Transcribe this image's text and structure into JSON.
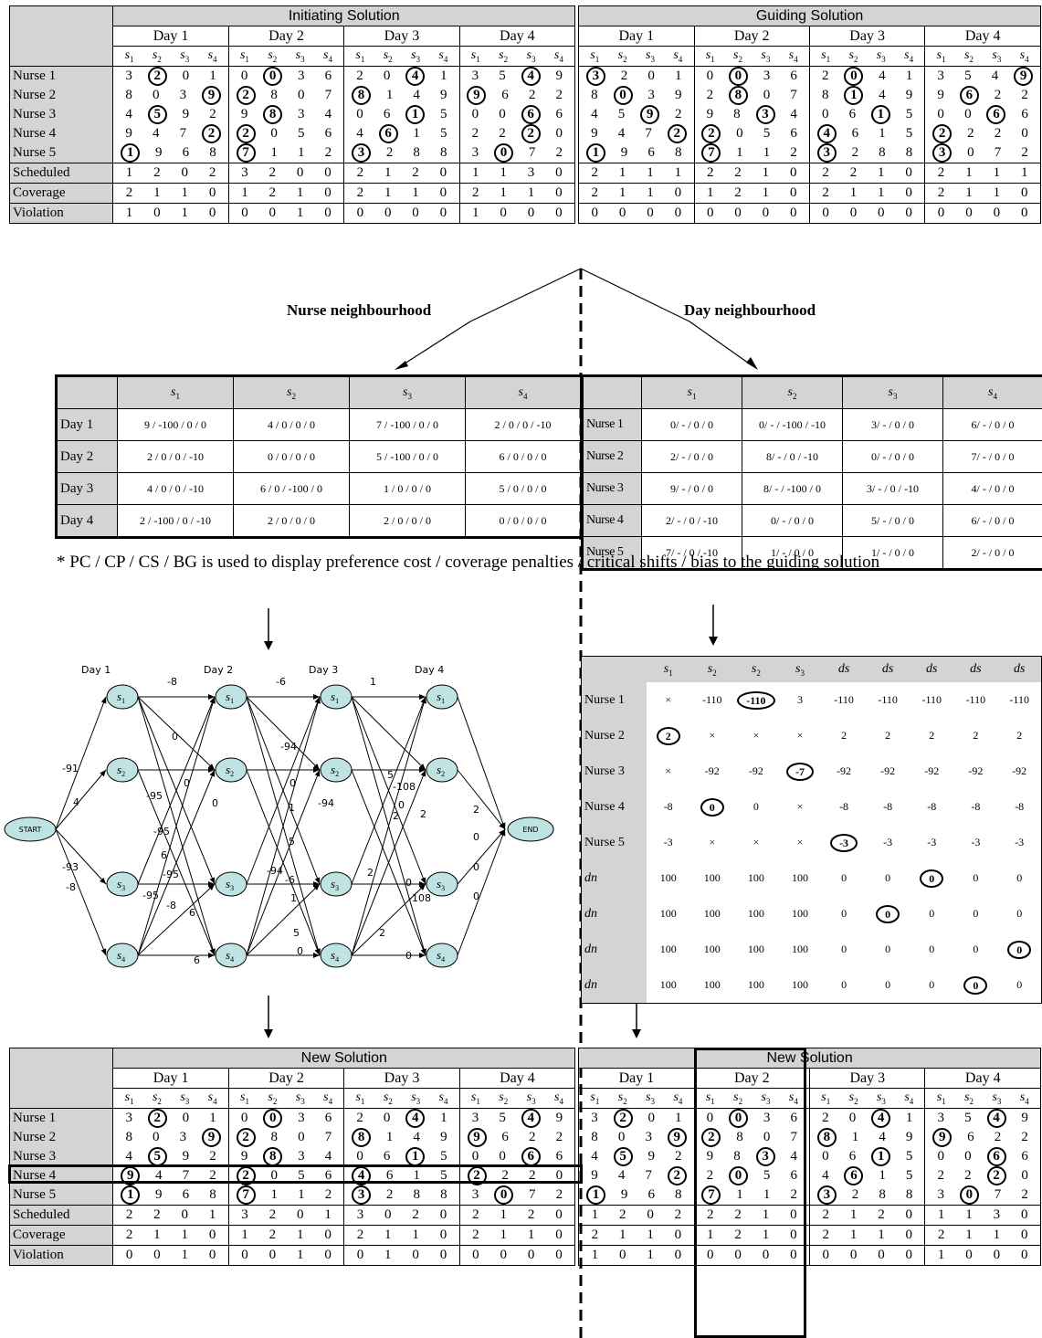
{
  "top": {
    "left_title": "Initiating Solution",
    "right_title": "Guiding Solution",
    "days": [
      "Day 1",
      "Day 2",
      "Day 3",
      "Day 4"
    ],
    "shift_labels": [
      "s1",
      "s2",
      "s3",
      "s4"
    ],
    "row_labels": [
      "Nurse 1",
      "Nurse 2",
      "Nurse 3",
      "Nurse 4",
      "Nurse 5",
      "Scheduled",
      "Coverage",
      "Violation"
    ],
    "left_rows": [
      [
        "3",
        "(2)",
        "0",
        "1",
        "0",
        "(0)",
        "3",
        "6",
        "2",
        "0",
        "(4)",
        "1",
        "3",
        "5",
        "(4)",
        "9"
      ],
      [
        "8",
        "0",
        "3",
        "(9)",
        "(2)",
        "8",
        "0",
        "7",
        "(8)",
        "1",
        "4",
        "9",
        "(9)",
        "6",
        "2",
        "2"
      ],
      [
        "4",
        "(5)",
        "9",
        "2",
        "9",
        "(8)",
        "3",
        "4",
        "0",
        "6",
        "(1)",
        "5",
        "0",
        "0",
        "(6)",
        "6"
      ],
      [
        "9",
        "4",
        "7",
        "(2)",
        "(2)",
        "0",
        "5",
        "6",
        "4",
        "(6)",
        "1",
        "5",
        "2",
        "2",
        "(2)",
        "0"
      ],
      [
        "(1)",
        "9",
        "6",
        "8",
        "(7)",
        "1",
        "1",
        "2",
        "(3)",
        "2",
        "8",
        "8",
        "3",
        "(0)",
        "7",
        "2"
      ],
      [
        "1",
        "2",
        "0",
        "2",
        "3",
        "2",
        "0",
        "0",
        "2",
        "1",
        "2",
        "0",
        "1",
        "1",
        "3",
        "0"
      ],
      [
        "2",
        "1",
        "1",
        "0",
        "1",
        "2",
        "1",
        "0",
        "2",
        "1",
        "1",
        "0",
        "2",
        "1",
        "1",
        "0"
      ],
      [
        "1",
        "0",
        "1",
        "0",
        "0",
        "0",
        "1",
        "0",
        "0",
        "0",
        "0",
        "0",
        "1",
        "0",
        "0",
        "0"
      ]
    ],
    "right_rows": [
      [
        "(3)",
        "2",
        "0",
        "1",
        "0",
        "(0)",
        "3",
        "6",
        "2",
        "(0)",
        "4",
        "1",
        "3",
        "5",
        "4",
        "(9)"
      ],
      [
        "8",
        "(0)",
        "3",
        "9",
        "2",
        "(8)",
        "0",
        "7",
        "8",
        "(1)",
        "4",
        "9",
        "9",
        "(6)",
        "2",
        "2"
      ],
      [
        "4",
        "5",
        "(9)",
        "2",
        "9",
        "8",
        "(3)",
        "4",
        "0",
        "6",
        "(1)",
        "5",
        "0",
        "0",
        "(6)",
        "6"
      ],
      [
        "9",
        "4",
        "7",
        "(2)",
        "(2)",
        "0",
        "5",
        "6",
        "(4)",
        "6",
        "1",
        "5",
        "(2)",
        "2",
        "2",
        "0"
      ],
      [
        "(1)",
        "9",
        "6",
        "8",
        "(7)",
        "1",
        "1",
        "2",
        "(3)",
        "2",
        "8",
        "8",
        "(3)",
        "0",
        "7",
        "2"
      ],
      [
        "2",
        "1",
        "1",
        "1",
        "2",
        "2",
        "1",
        "0",
        "2",
        "2",
        "1",
        "0",
        "2",
        "1",
        "1",
        "1"
      ],
      [
        "2",
        "1",
        "1",
        "0",
        "1",
        "2",
        "1",
        "0",
        "2",
        "1",
        "1",
        "0",
        "2",
        "1",
        "1",
        "0"
      ],
      [
        "0",
        "0",
        "0",
        "0",
        "0",
        "0",
        "0",
        "0",
        "0",
        "0",
        "0",
        "0",
        "0",
        "0",
        "0",
        "0"
      ]
    ]
  },
  "labels": {
    "nurse_nb": "Nurse neighbourhood",
    "day_nb": "Day neighbourhood",
    "note": "* PC / CP / CS / BG is used to display preference cost / coverage penalties / critical shifts / bias to the guiding solution"
  },
  "nurse_nb_table": {
    "cols": [
      "s1",
      "s2",
      "s3",
      "s4"
    ],
    "rows": [
      {
        "label": "Day 1",
        "cells": [
          "9 / -100 / 0 / 0",
          "4 / 0 / 0 / 0",
          "7 / -100 / 0 / 0",
          "2 / 0 / 0 / -10"
        ]
      },
      {
        "label": "Day 2",
        "cells": [
          "2 / 0 / 0 / -10",
          "0 / 0 / 0 / 0",
          "5 / -100 / 0 / 0",
          "6 / 0 / 0 / 0"
        ]
      },
      {
        "label": "Day 3",
        "cells": [
          "4 / 0 / 0 / -10",
          "6 / 0 / -100 / 0",
          "1 / 0 / 0 / 0",
          "5 / 0 / 0 / 0"
        ]
      },
      {
        "label": "Day 4",
        "cells": [
          "2 / -100 / 0 / -10",
          "2 / 0 / 0 / 0",
          "2 / 0 / 0 / 0",
          "0 / 0 / 0 / 0"
        ]
      }
    ]
  },
  "day_nb_table": {
    "cols": [
      "s1",
      "s2",
      "s3",
      "s4"
    ],
    "rows": [
      {
        "label": "Nurse 1",
        "cells": [
          "0/ - / 0 / 0",
          "0/ - / -100 / -10",
          "3/ - / 0 / 0",
          "6/ - / 0 / 0"
        ]
      },
      {
        "label": "Nurse 2",
        "cells": [
          "2/ - / 0 / 0",
          "8/ - / 0 / -10",
          "0/ - / 0 / 0",
          "7/ - / 0 / 0"
        ]
      },
      {
        "label": "Nurse 3",
        "cells": [
          "9/ - / 0 / 0",
          "8/ - / -100 / 0",
          "3/ - / 0 / -10",
          "4/ - / 0 / 0"
        ]
      },
      {
        "label": "Nurse 4",
        "cells": [
          "2/ - / 0 / -10",
          "0/ - / 0 / 0",
          "5/ - / 0 / 0",
          "6/ - / 0 / 0"
        ]
      },
      {
        "label": "Nurse 5",
        "cells": [
          "7/ - / 0 / -10",
          "1/ - / 0 / 0",
          "1/ - / 0 / 0",
          "2/ - / 0 / 0"
        ]
      }
    ]
  },
  "matrix": {
    "cols": [
      "s1",
      "s2",
      "s2",
      "s3",
      "ds",
      "ds",
      "ds",
      "ds",
      "ds"
    ],
    "rows": [
      {
        "label": "Nurse 1",
        "cells": [
          "×",
          "-110",
          "(-110)",
          "3",
          "-110",
          "-110",
          "-110",
          "-110",
          "-110"
        ]
      },
      {
        "label": "Nurse 2",
        "cells": [
          "(2)",
          "×",
          "×",
          "×",
          "2",
          "2",
          "2",
          "2",
          "2"
        ]
      },
      {
        "label": "Nurse 3",
        "cells": [
          "×",
          "-92",
          "-92",
          "(-7)",
          "-92",
          "-92",
          "-92",
          "-92",
          "-92"
        ]
      },
      {
        "label": "Nurse 4",
        "cells": [
          "-8",
          "(0)",
          "0",
          "×",
          "-8",
          "-8",
          "-8",
          "-8",
          "-8"
        ]
      },
      {
        "label": "Nurse 5",
        "cells": [
          "-3",
          "×",
          "×",
          "×",
          "(-3)",
          "-3",
          "-3",
          "-3",
          "-3"
        ]
      },
      {
        "label": "dn",
        "cells": [
          "100",
          "100",
          "100",
          "100",
          "0",
          "0",
          "(0)",
          "0",
          "0"
        ]
      },
      {
        "label": "dn",
        "cells": [
          "100",
          "100",
          "100",
          "100",
          "0",
          "(0)",
          "0",
          "0",
          "0"
        ]
      },
      {
        "label": "dn",
        "cells": [
          "100",
          "100",
          "100",
          "100",
          "0",
          "0",
          "0",
          "0",
          "(0)"
        ]
      },
      {
        "label": "dn",
        "cells": [
          "100",
          "100",
          "100",
          "100",
          "0",
          "0",
          "0",
          "(0)",
          "0"
        ]
      }
    ]
  },
  "graph": {
    "days": [
      "Day 1",
      "Day 2",
      "Day 3",
      "Day 4"
    ],
    "start": "START",
    "end": "END",
    "node_label": "s",
    "edge_labels": [
      "-91",
      "4",
      "-93",
      "-8",
      "-8",
      "0",
      "0",
      "-95",
      "-95",
      "6",
      "-8",
      "-95",
      "6",
      "-95",
      "6",
      "0",
      "-6",
      "-94",
      "0",
      "-94",
      "1",
      "5",
      "-6",
      "1",
      "5",
      "-94",
      "1",
      "5",
      "-108",
      "2",
      "2",
      "2",
      "0",
      "-108",
      "2",
      "0",
      "2",
      "0",
      "0",
      "0",
      "0",
      "0"
    ]
  },
  "bottom": {
    "left_title": "New Solution",
    "right_title": "New Solution",
    "left_rows": [
      [
        "3",
        "(2)",
        "0",
        "1",
        "0",
        "(0)",
        "3",
        "6",
        "2",
        "0",
        "(4)",
        "1",
        "3",
        "5",
        "(4)",
        "9"
      ],
      [
        "8",
        "0",
        "3",
        "(9)",
        "(2)",
        "8",
        "0",
        "7",
        "(8)",
        "1",
        "4",
        "9",
        "(9)",
        "6",
        "2",
        "2"
      ],
      [
        "4",
        "(5)",
        "9",
        "2",
        "9",
        "(8)",
        "3",
        "4",
        "0",
        "6",
        "(1)",
        "5",
        "0",
        "0",
        "(6)",
        "6"
      ],
      [
        "(9)",
        "4",
        "7",
        "2",
        "(2)",
        "0",
        "5",
        "6",
        "(4)",
        "6",
        "1",
        "5",
        "(2)",
        "2",
        "2",
        "0"
      ],
      [
        "(1)",
        "9",
        "6",
        "8",
        "(7)",
        "1",
        "1",
        "2",
        "(3)",
        "2",
        "8",
        "8",
        "3",
        "(0)",
        "7",
        "2"
      ],
      [
        "2",
        "2",
        "0",
        "1",
        "3",
        "2",
        "0",
        "1",
        "3",
        "0",
        "2",
        "0",
        "2",
        "1",
        "2",
        "0"
      ],
      [
        "2",
        "1",
        "1",
        "0",
        "1",
        "2",
        "1",
        "0",
        "2",
        "1",
        "1",
        "0",
        "2",
        "1",
        "1",
        "0"
      ],
      [
        "0",
        "0",
        "1",
        "0",
        "0",
        "0",
        "1",
        "0",
        "0",
        "1",
        "0",
        "0",
        "0",
        "0",
        "0",
        "0"
      ]
    ],
    "right_rows": [
      [
        "3",
        "(2)",
        "0",
        "1",
        "0",
        "(0)",
        "3",
        "6",
        "2",
        "0",
        "(4)",
        "1",
        "3",
        "5",
        "(4)",
        "9"
      ],
      [
        "8",
        "0",
        "3",
        "(9)",
        "(2)",
        "8",
        "0",
        "7",
        "(8)",
        "1",
        "4",
        "9",
        "(9)",
        "6",
        "2",
        "2"
      ],
      [
        "4",
        "(5)",
        "9",
        "2",
        "9",
        "8",
        "(3)",
        "4",
        "0",
        "6",
        "(1)",
        "5",
        "0",
        "0",
        "(6)",
        "6"
      ],
      [
        "9",
        "4",
        "7",
        "(2)",
        "2",
        "(0)",
        "5",
        "6",
        "4",
        "(6)",
        "1",
        "5",
        "2",
        "2",
        "(2)",
        "0"
      ],
      [
        "(1)",
        "9",
        "6",
        "8",
        "(7)",
        "1",
        "1",
        "2",
        "(3)",
        "2",
        "8",
        "8",
        "3",
        "(0)",
        "7",
        "2"
      ],
      [
        "1",
        "2",
        "0",
        "2",
        "2",
        "2",
        "1",
        "0",
        "2",
        "1",
        "2",
        "0",
        "1",
        "1",
        "3",
        "0"
      ],
      [
        "2",
        "1",
        "1",
        "0",
        "1",
        "2",
        "1",
        "0",
        "2",
        "1",
        "1",
        "0",
        "2",
        "1",
        "1",
        "0"
      ],
      [
        "1",
        "0",
        "1",
        "0",
        "0",
        "0",
        "0",
        "0",
        "0",
        "0",
        "0",
        "0",
        "1",
        "0",
        "0",
        "0"
      ]
    ]
  }
}
